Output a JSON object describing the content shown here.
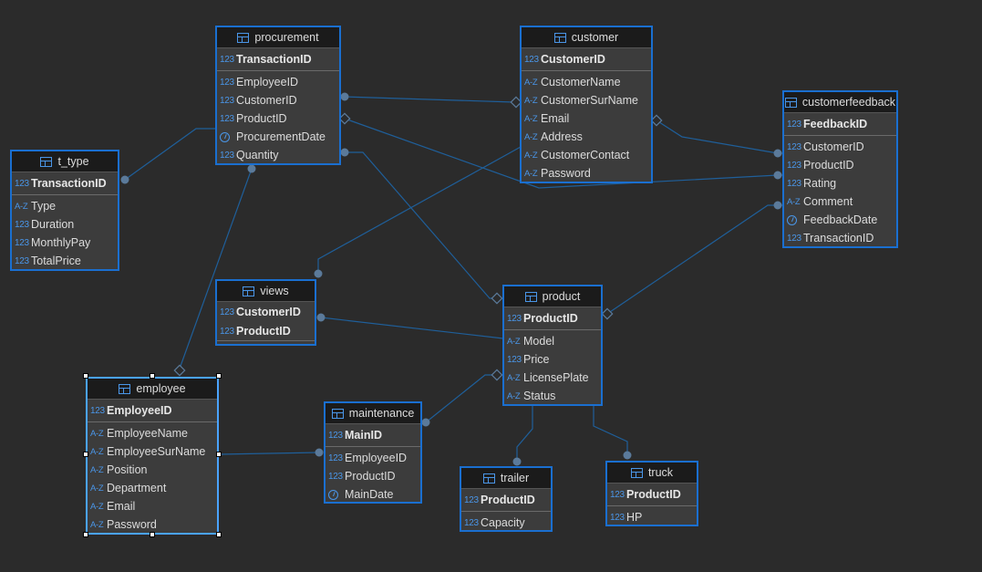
{
  "colors": {
    "background": "#2b2b2b",
    "entity_border": "#1a6fd0",
    "link": "#1f5f9a",
    "icon": "#4a96e8"
  },
  "entities": {
    "procurement": {
      "title": "procurement",
      "pk": "TransactionID",
      "fields": [
        "EmployeeID",
        "CustomerID",
        "ProductID",
        "ProcurementDate",
        "Quantity"
      ]
    },
    "customer": {
      "title": "customer",
      "pk": "CustomerID",
      "fields": [
        "CustomerName",
        "CustomerSurName",
        "Email",
        "Address",
        "CustomerContact",
        "Password"
      ]
    },
    "customerfeedback": {
      "title": "customerfeedback",
      "pk": "FeedbackID",
      "fields": [
        "CustomerID",
        "ProductID",
        "Rating",
        "Comment",
        "FeedbackDate",
        "TransactionID"
      ]
    },
    "t_type": {
      "title": "t_type",
      "pk": "TransactionID",
      "fields": [
        "Type",
        "Duration",
        "MonthlyPay",
        "TotalPrice"
      ]
    },
    "views": {
      "title": "views",
      "pk": "CustomerID",
      "pk2": "ProductID",
      "fields": []
    },
    "product": {
      "title": "product",
      "pk": "ProductID",
      "fields": [
        "Model",
        "Price",
        "LicensePlate",
        "Status"
      ]
    },
    "employee": {
      "title": "employee",
      "pk": "EmployeeID",
      "fields": [
        "EmployeeName",
        "EmployeeSurName",
        "Position",
        "Department",
        "Email",
        "Password"
      ]
    },
    "maintenance": {
      "title": "maintenance",
      "pk": "MainID",
      "fields": [
        "EmployeeID",
        "ProductID",
        "MainDate"
      ]
    },
    "trailer": {
      "title": "trailer",
      "pk": "ProductID",
      "fields": [
        "Capacity"
      ]
    },
    "truck": {
      "title": "truck",
      "pk": "ProductID",
      "fields": [
        "HP"
      ]
    }
  },
  "icons": {
    "numeric": "123",
    "text": "A-Z",
    "date": "clock-icon"
  }
}
